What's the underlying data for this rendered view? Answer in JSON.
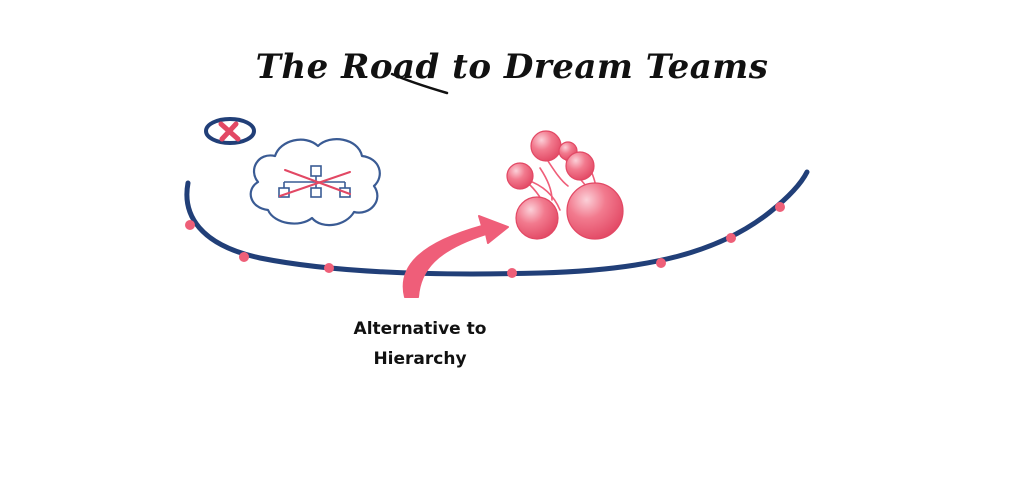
{
  "title": "The Road to Dream Teams",
  "caption": {
    "line1": "Alternative to",
    "line2": "Hierarchy"
  },
  "colors": {
    "road": "#213f78",
    "accent": "#ee5f78",
    "cloud_stroke": "#3a5b94",
    "text": "#111111"
  },
  "icons": {
    "rejected_marker": "x-mark-icon",
    "hierarchy": "org-chart-icon",
    "network": "bubble-cluster-icon",
    "direction": "curved-arrow-icon"
  }
}
